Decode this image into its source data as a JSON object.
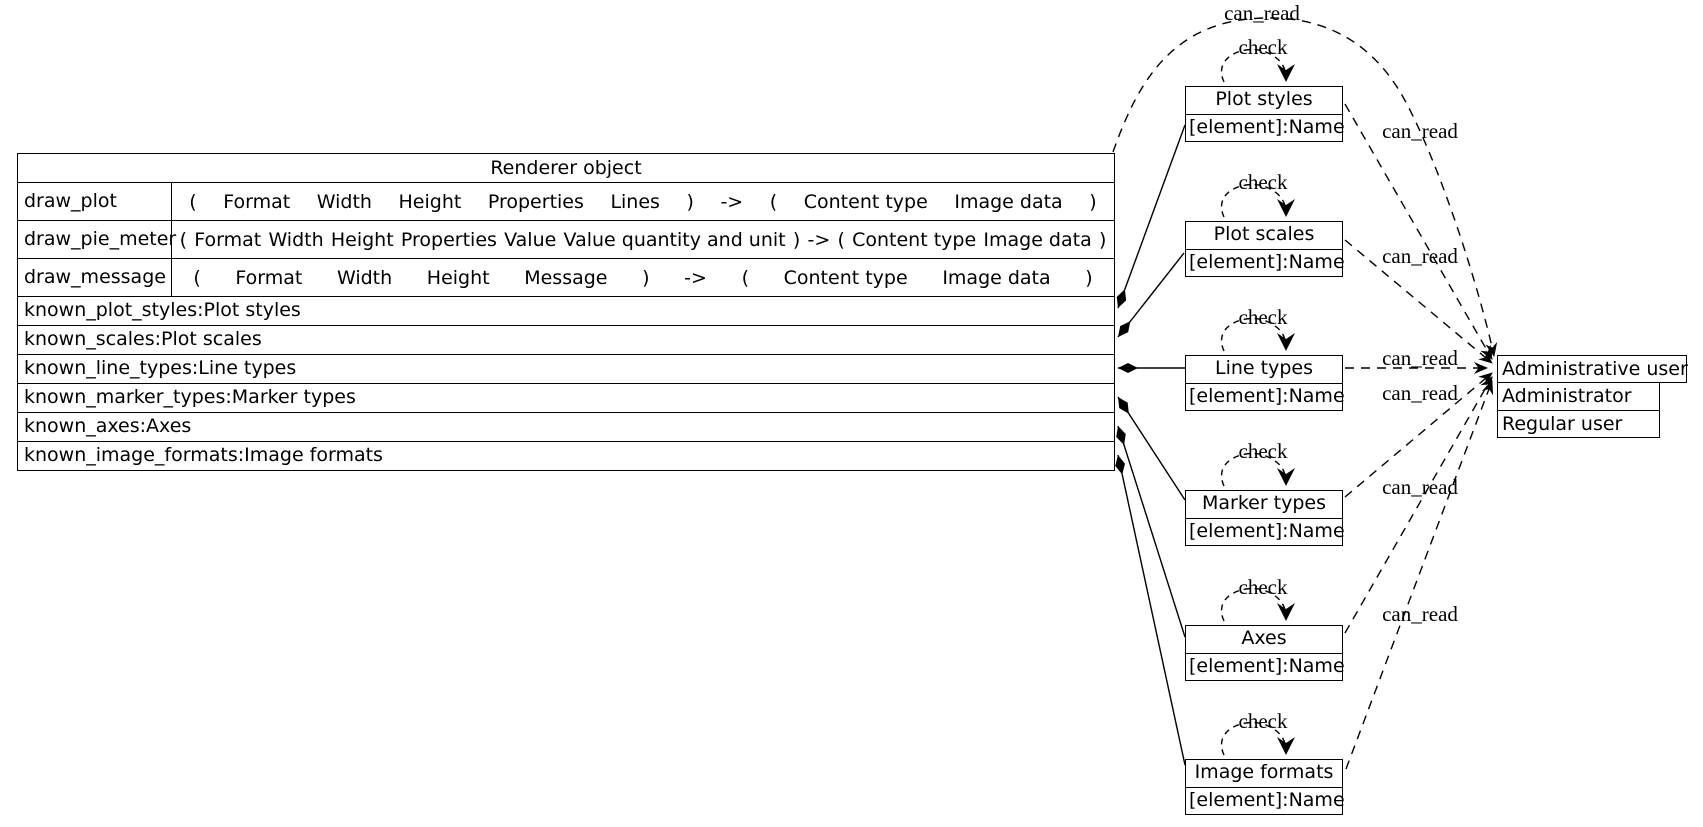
{
  "renderer": {
    "title": "Renderer object",
    "methods": [
      {
        "name": "draw_plot",
        "signature": [
          "(",
          "Format",
          "Width",
          "Height",
          "Properties",
          "Lines",
          ")",
          "->",
          "(",
          "Content type",
          "Image data",
          ")"
        ]
      },
      {
        "name": "draw_pie_meter",
        "signature": [
          "(",
          "Format",
          "Width",
          "Height",
          "Properties",
          "Value",
          "Value quantity and unit",
          ")",
          "->",
          "(",
          "Content type",
          "Image data",
          ")"
        ]
      },
      {
        "name": "draw_message",
        "signature": [
          "(",
          "Format",
          "Width",
          "Height",
          "Message",
          ")",
          "->",
          "(",
          "Content type",
          "Image data",
          ")"
        ]
      }
    ],
    "attributes": [
      "known_plot_styles:Plot styles",
      "known_scales:Plot scales",
      "known_line_types:Line types",
      "known_marker_types:Marker types",
      "known_axes:Axes",
      "known_image_formats:Image formats"
    ]
  },
  "collections": [
    {
      "title": "Plot styles",
      "element": "[element]:Name"
    },
    {
      "title": "Plot scales",
      "element": "[element]:Name"
    },
    {
      "title": "Line types",
      "element": "[element]:Name"
    },
    {
      "title": "Marker types",
      "element": "[element]:Name"
    },
    {
      "title": "Axes",
      "element": "[element]:Name"
    },
    {
      "title": "Image formats",
      "element": "[element]:Name"
    }
  ],
  "users": {
    "title": "Administrative user",
    "rows": [
      "Administrator",
      "Regular user"
    ]
  },
  "edge_labels": {
    "check": "check",
    "can_read": "can_read"
  },
  "colors": {
    "foreground": "#000000",
    "background": "#ffffff"
  }
}
